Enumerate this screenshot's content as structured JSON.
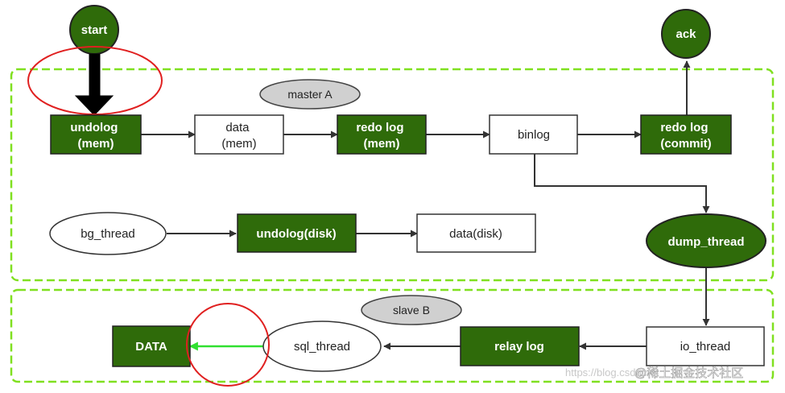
{
  "diagram": {
    "regions": {
      "master": "master A",
      "slave": "slave B"
    },
    "nodes": {
      "start": "start",
      "ack": "ack",
      "undolog_mem": [
        "undolog",
        "(mem)"
      ],
      "data_mem": [
        "data",
        "(mem)"
      ],
      "redo_mem": [
        "redo log",
        "(mem)"
      ],
      "binlog": "binlog",
      "redo_commit": [
        "redo log",
        "(commit)"
      ],
      "bg_thread": "bg_thread",
      "undolog_disk": "undolog(disk)",
      "data_disk": "data(disk)",
      "dump_thread": "dump_thread",
      "io_thread": "io_thread",
      "relay_log": "relay log",
      "sql_thread": "sql_thread",
      "data": "DATA"
    },
    "watermark": {
      "url": "https://blog.csdn.net",
      "site": "@稀土掘金技术社区"
    }
  },
  "colors": {
    "green_fill": "#2f6b0a",
    "region_border": "#80e020",
    "highlight_circle": "#e02020",
    "green_arrow": "#30e030",
    "oval_fill": "#d0d0d0"
  }
}
